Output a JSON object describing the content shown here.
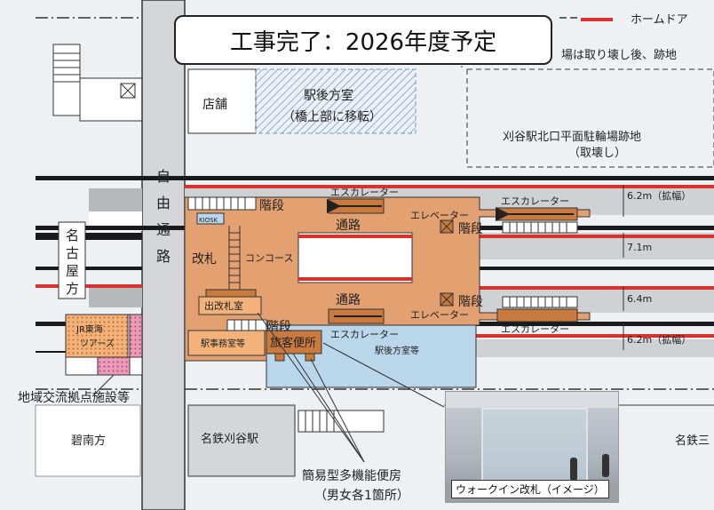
{
  "banner": "工事完了：2026年度予定",
  "legend_home_door": "ホームドア",
  "note_top_right": "場は取り壊し後、跡地",
  "shop": "店舗",
  "station_office_back": "駅後方室",
  "station_office_back_sub": "（橋上部に移転）",
  "bicycle_lot": "刈谷駅北口平面駐輪場跡地",
  "bicycle_lot_sub": "（取壊し）",
  "free_passage": [
    "自",
    "由",
    "通",
    "路"
  ],
  "nagoya_direction": [
    "名",
    "古",
    "屋",
    "方"
  ],
  "stairs": "階段",
  "kiosk": "KIOSK",
  "ticket_gate": "改札",
  "concourse": "コンコース",
  "passage": "通路",
  "escalator": "エスカレーター",
  "elevator": "エレベーター",
  "exit_gate_room": "出改札室",
  "station_affairs_room": "駅事務室等",
  "restroom": "旅客便所",
  "station_back_room_etc": "駅後方室等",
  "jr_tours": [
    "JR東海",
    "ツアーズ"
  ],
  "community_facility": "地域交流拠点施設等",
  "hekinan_direction": "碧南方",
  "meitetsu_kariya": "名鉄刈谷駅",
  "meitetsu_right": "名鉄三",
  "multi_restroom": "簡易型多機能便房",
  "multi_restroom_sub": "（男女各1箇所）",
  "photo_caption": "ウォークイン改札（イメージ）",
  "platform_widths": [
    "6.2m（拡幅）",
    "7.1m",
    "6.4m",
    "6.2m（拡幅）"
  ],
  "colors": {
    "concourse": "#e3a071",
    "back_room": "#b9d6ea",
    "home_door": "#d9322c",
    "track": "#1a1a1a",
    "jr_pink": "#ec9ab8"
  }
}
